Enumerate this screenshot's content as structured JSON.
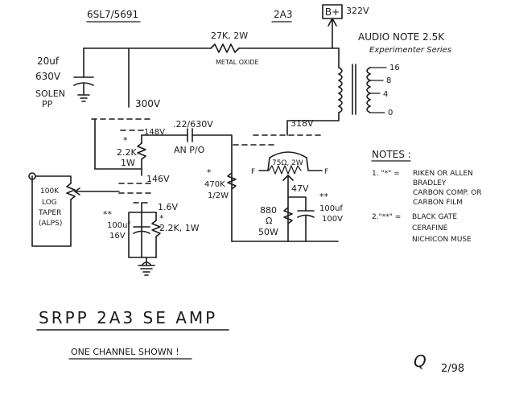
{
  "header": {
    "driver_tube": "6SL7/5691",
    "output_tube": "2A3",
    "bplus_box": "B+",
    "bplus_voltage": "322V"
  },
  "transformer": {
    "title": "AUDIO NOTE 2.5K",
    "subtitle": "Experimenter Series",
    "taps": [
      "16",
      "8",
      "4",
      "0"
    ]
  },
  "components": {
    "dropping_resistor": "27K, 2W",
    "dropping_resistor_note": "METAL OXIDE",
    "supply_cap_value": "20uf",
    "supply_cap_voltage": "630V",
    "supply_cap_brand": "SOLEN",
    "supply_cap_type": "PP",
    "upper_plate_resistor_mark": "*",
    "upper_plate_resistor": "2.2K",
    "upper_plate_resistor_power": "1W",
    "coupling_cap": ".22/630V",
    "coupling_cap_type": "AN P/O",
    "grid_resistor_mark": "*",
    "grid_resistor": "470K",
    "grid_resistor_power": "1/2W",
    "cathode_bypass_mark": "**",
    "cathode_bypass": "100uf",
    "cathode_bypass_voltage": "16V",
    "cathode_resistor_mark": "*",
    "cathode_resistor": "2.2K, 1W",
    "volume_pot": "100K",
    "volume_pot_taper": "LOG",
    "volume_pot_taper2": "TAPER",
    "volume_pot_brand": "(ALPS)",
    "hum_pot": "75Ω, 2W",
    "filament_left": "F",
    "filament_right": "F",
    "output_cathode_resistor": "880",
    "output_cathode_ohm": "Ω",
    "output_cathode_power": "50W",
    "output_bypass_mark": "**",
    "output_bypass": "100uf",
    "output_bypass_voltage": "100V"
  },
  "voltages": {
    "supply_node": "300V",
    "upper_plate": "148V",
    "midpoint": "146V",
    "lower_cathode": "1.6V",
    "output_plate": "318V",
    "output_cathode": "47V"
  },
  "notes": {
    "title": "NOTES :",
    "note1_key": "1. \"*\" =",
    "note1_lines": [
      "RIKEN OR ALLEN",
      "BRADLEY",
      "CARBON COMP. OR",
      "CARBON FILM"
    ],
    "note2_key": "2.\"**\" =",
    "note2_lines": [
      "BLACK GATE",
      "CERAFINE",
      "NICHICON MUSE"
    ]
  },
  "footer": {
    "title": "SRPP 2A3 SE AMP",
    "subtitle": "ONE CHANNEL SHOWN !",
    "signature_initial": "Q",
    "date": "2/98"
  }
}
